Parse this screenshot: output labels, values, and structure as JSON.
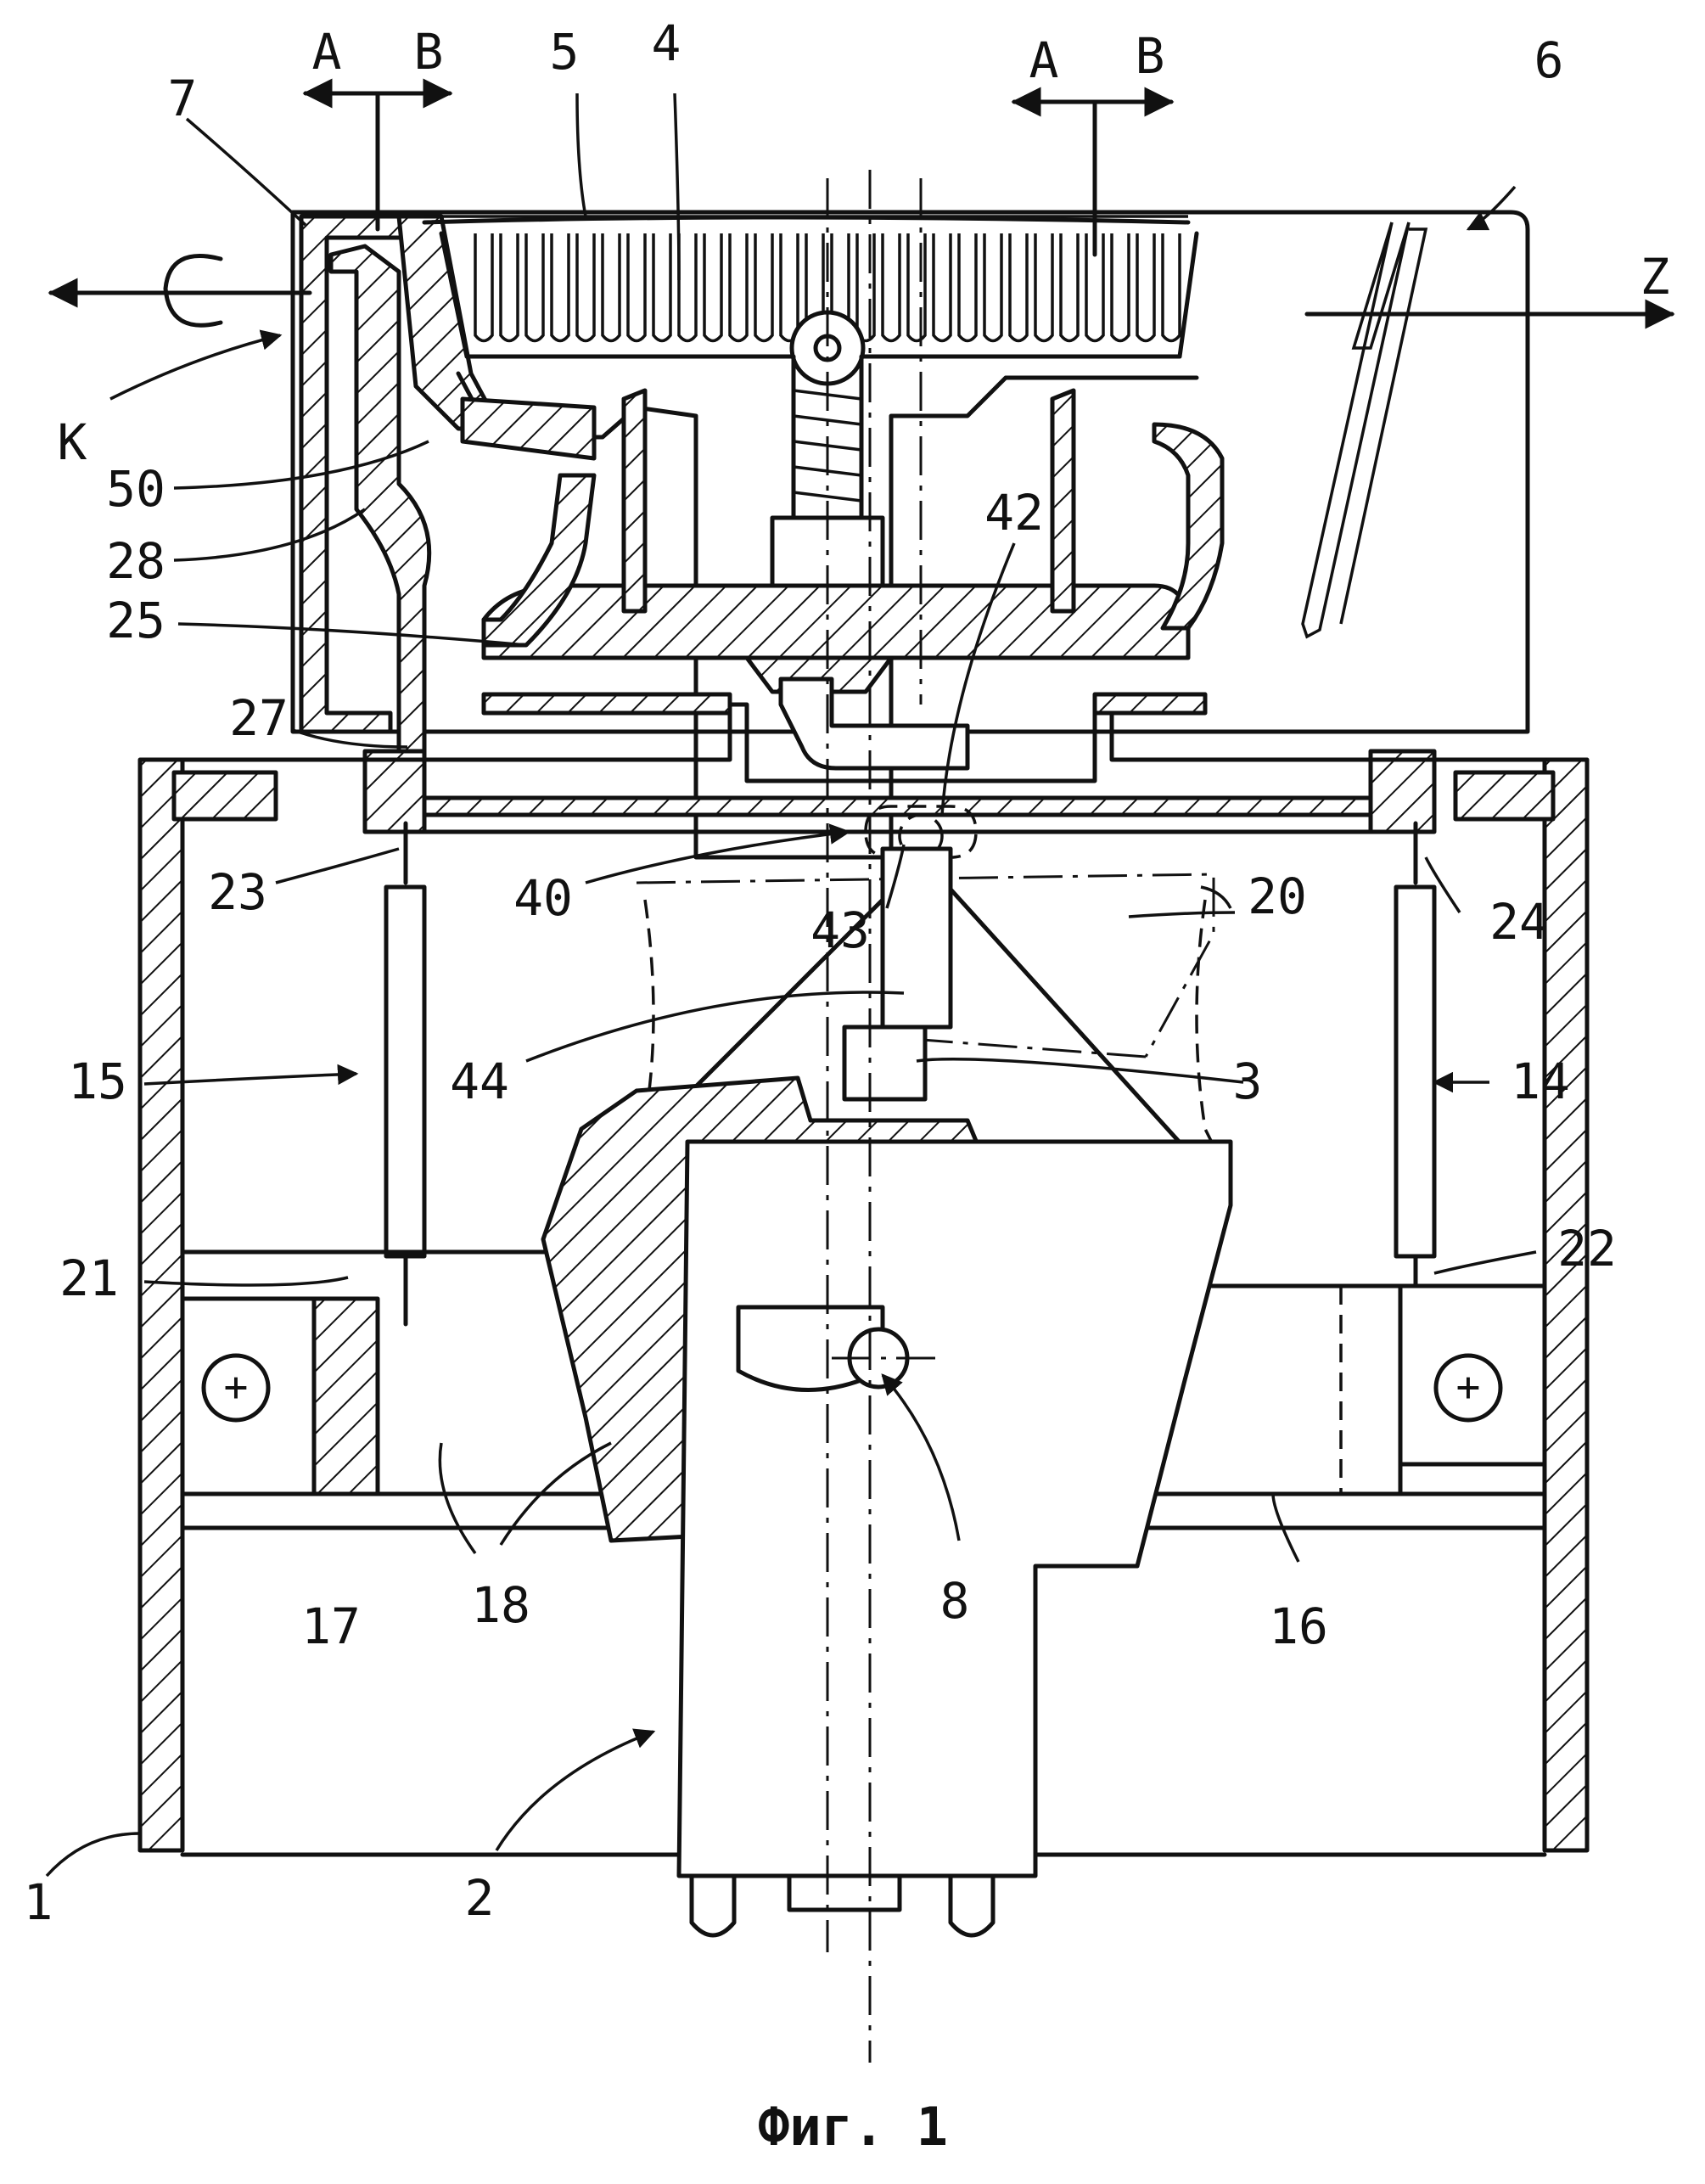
{
  "figure": {
    "caption": "Фиг. 1",
    "labels": {
      "l1": "1",
      "l2": "2",
      "l3": "3",
      "l4": "4",
      "l5": "5",
      "l6": "6",
      "l7": "7",
      "l8": "8",
      "l14": "14",
      "l15": "15",
      "l16": "16",
      "l17": "17",
      "l18": "18",
      "l20": "20",
      "l21": "21",
      "l22": "22",
      "l23": "23",
      "l24": "24",
      "l25": "25",
      "l27": "27",
      "l28": "28",
      "l40": "40",
      "l42": "42",
      "l43": "43",
      "l44": "44",
      "l50": "50",
      "K": "K",
      "Z": "Z",
      "sectionA1": "A",
      "sectionB1": "B",
      "sectionA2": "A",
      "sectionB2": "B"
    }
  }
}
